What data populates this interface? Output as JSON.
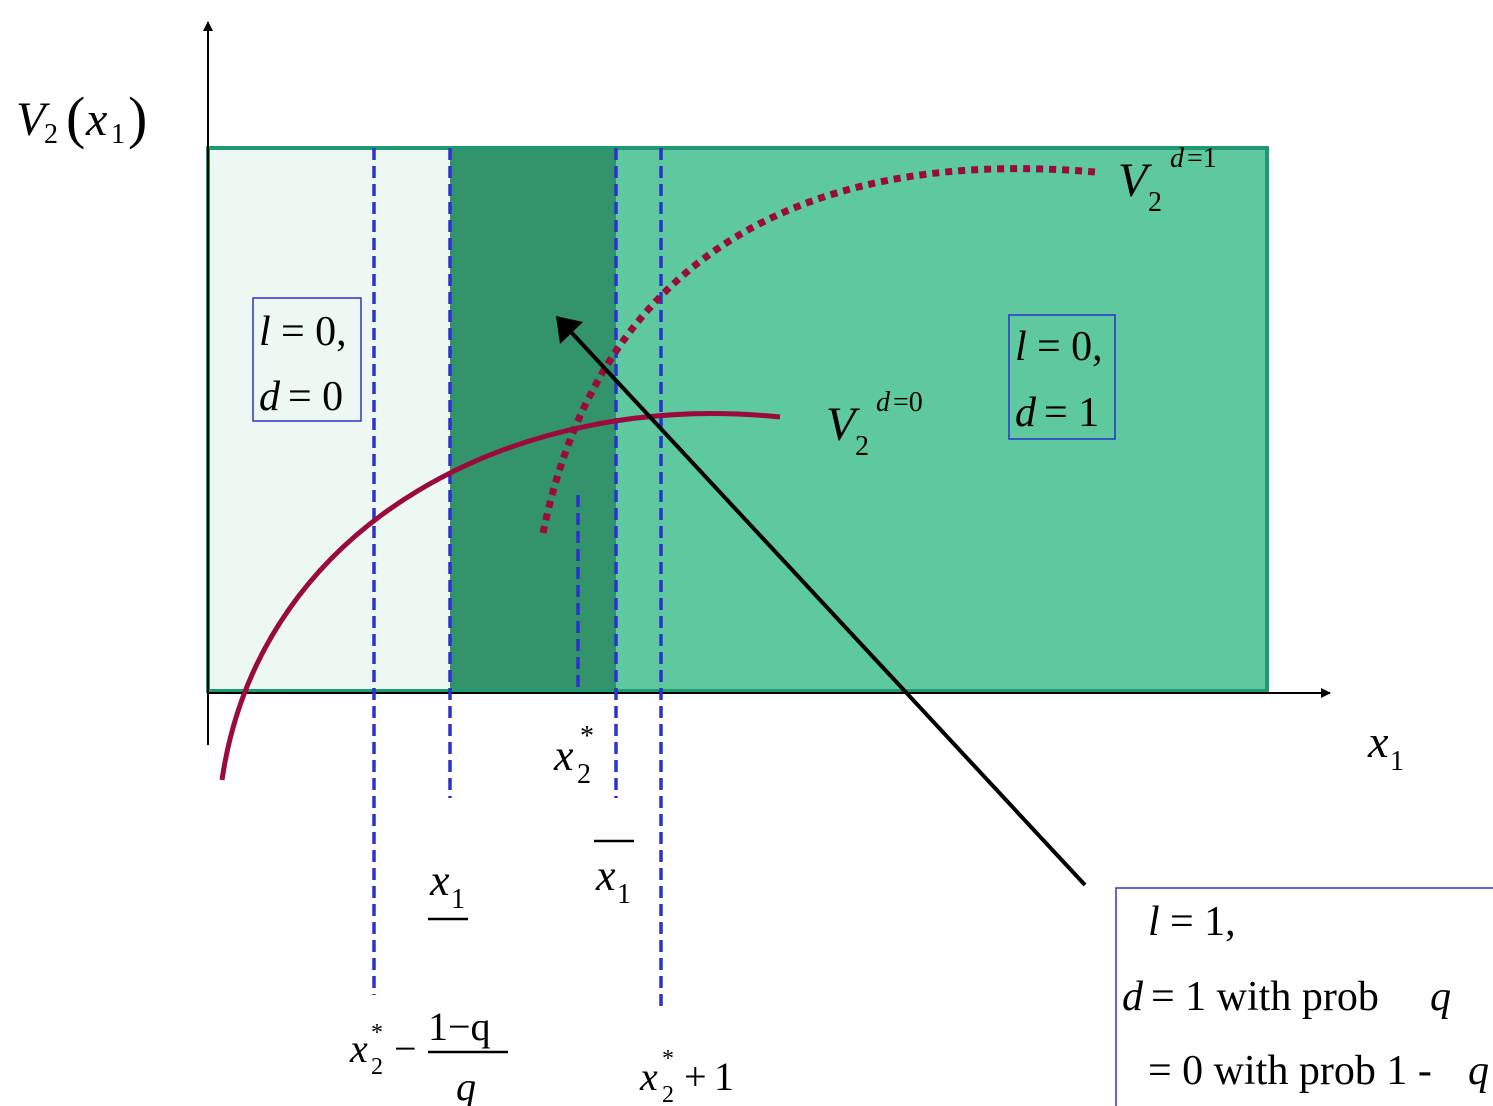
{
  "colors": {
    "left_region": "#eef8f3",
    "middle_region": "#33946b",
    "right_region": "#5ec89e",
    "region_border": "#1f9a70",
    "curve": "#9b0a3c",
    "dashed_line": "#2b33cc",
    "label_box_border": "#2b33cc",
    "arrow": "#000000",
    "axis": "#000000"
  },
  "axes": {
    "y_label": {
      "main": "V",
      "sub": "2",
      "arg": "x",
      "arg_sub": "1"
    },
    "x_label": {
      "main": "x",
      "sub": "1"
    }
  },
  "curves": {
    "v2_d1": {
      "main": "V",
      "sub": "2",
      "sup_var": "d",
      "sup_eq": "=1",
      "style": "dotted"
    },
    "v2_d0": {
      "main": "V",
      "sub": "2",
      "sup_var": "d",
      "sup_eq": "=0",
      "style": "solid"
    }
  },
  "regions": {
    "left": {
      "line1_var": "l",
      "line1_rest": "= 0,",
      "line2_var": "d",
      "line2_rest": "= 0"
    },
    "right": {
      "line1_var": "l",
      "line1_rest": "= 0,",
      "line2_var": "d",
      "line2_rest": "= 1"
    },
    "middle": {
      "line1_var": "l",
      "line1_rest": "= 1,",
      "line2_var": "d",
      "line2_rest": "= 1 with prob ",
      "line2_q": "q",
      "line3_rest": "= 0 with prob 1 - ",
      "line3_q": "q"
    }
  },
  "x_markers": {
    "x_star_minus": {
      "x": "x",
      "star": "*",
      "sub": "2",
      "op": "−",
      "num": "1−q",
      "den": "q"
    },
    "x_lower": {
      "x": "x",
      "sub": "1"
    },
    "x_star": {
      "x": "x",
      "star": "*",
      "sub": "2"
    },
    "x_upper": {
      "x": "x",
      "sub": "1"
    },
    "x_star_plus": {
      "x": "x",
      "star": "*",
      "sub": "2",
      "op": "+",
      "num": "1"
    }
  }
}
